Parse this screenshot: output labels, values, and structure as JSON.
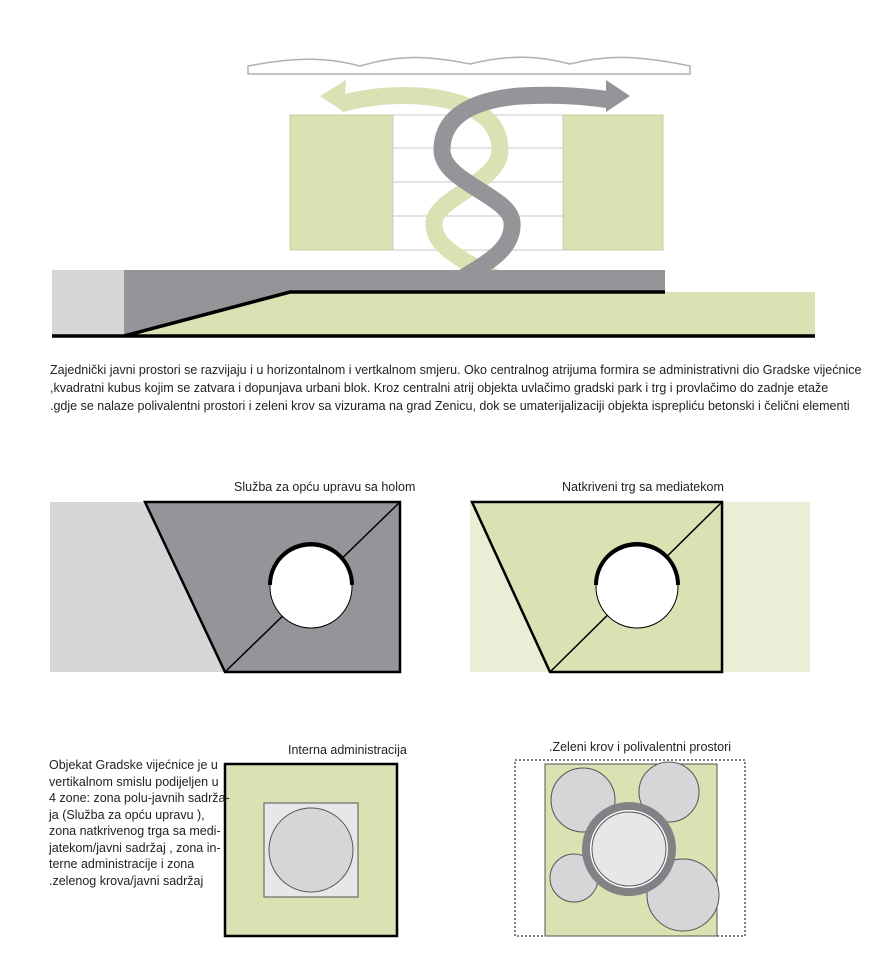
{
  "description_paragraph": [
    "Zajednički javni prostori se razvijaju i u horizontalnom i vertkalnom smjeru. Oko centralnog atrijuma formira se administrativni dio Gradske vijećnice",
    ",kvadratni  kubus kojim se  zatvara i dopunjava urbani blok. Kroz  centralni atrij objekta uvlačimo gradski park i trg i provlačimo do zadnje etaže",
    ".gdje se nalaze polivalentni prostori i zeleni krov sa vizurama na grad Zenicu, dok se umaterijalizaciji objekta isprepliću betonski i čelični elementi"
  ],
  "diagrams": {
    "top_left_caption": "Služba za opću upravu sa holom",
    "top_right_caption": "Natkriveni trg sa mediatekom",
    "bottom_left_caption": "Interna administracija",
    "bottom_right_caption": ".Zeleni krov i polivalentni prostori"
  },
  "side_note": [
    "Objekat Gradske vijećnice je u",
    "vertikalnom smislu podijeljen u",
    "4 zone: zona polu-javnih sadržа-",
    "ja (Služba za opću upravu ),",
    "zona natkrivenog trga sa medi-",
    "jatekom/javni sadržaj , zona in-",
    "terne administracije i zona",
    ".zelenog krova/javni sadržaj"
  ],
  "colors": {
    "green": "#d8e2b3",
    "light_green": "#e9eed6",
    "dark_gray": "#939598",
    "mid_gray": "#a7a9ac",
    "light_gray": "#d5d6d8",
    "line": "#000000"
  }
}
